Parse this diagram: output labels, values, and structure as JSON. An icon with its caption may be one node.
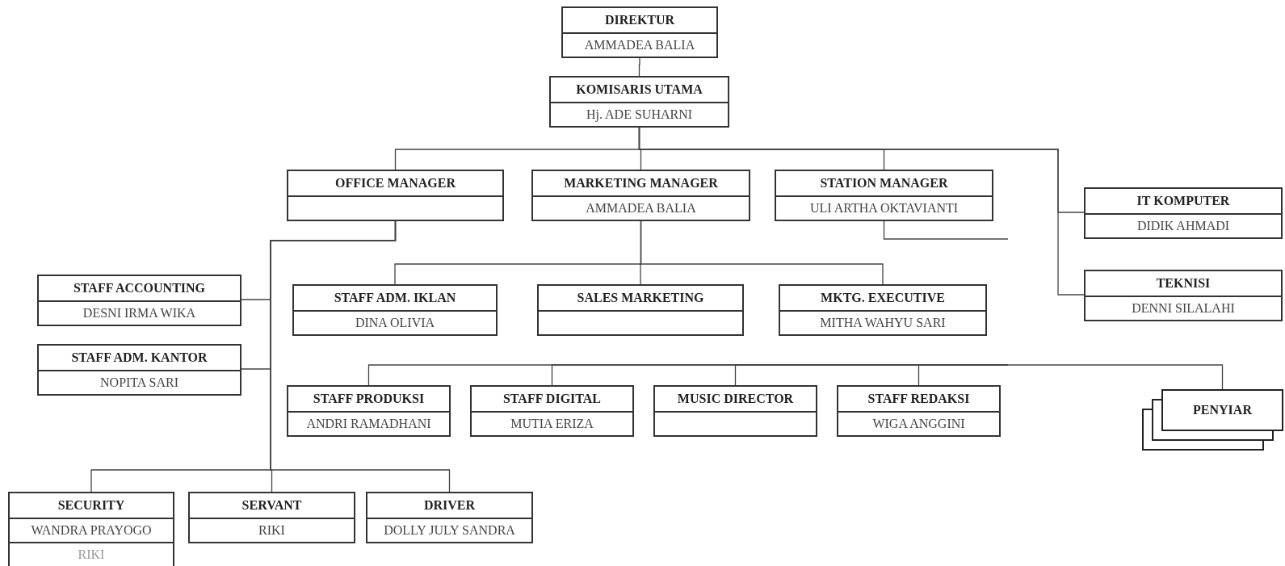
{
  "diagram": {
    "nodes": [
      {
        "text": [
          "DIREKTUR",
          "AMMADEA BALIA"
        ]
      },
      {
        "text": [
          "KOMISARIS UTAMA",
          "Hj. ADE SUHARNI"
        ]
      },
      {
        "text": [
          "OFFICE MANAGER"
        ]
      },
      {
        "text": [
          "MARKETING MANAGER",
          "AMMADEA BALIA"
        ]
      },
      {
        "text": [
          "STATION MANAGER",
          "ULI ARTHA OKTAVIANTI"
        ]
      },
      {
        "text": [
          "IT KOMPUTER",
          "DIDIK AHMADI"
        ]
      },
      {
        "text": [
          "TEKNISI",
          "DENNI SILALAHI"
        ]
      },
      {
        "text": [
          "STAFF ACCOUNTING",
          "DESNI IRMA WIKA"
        ]
      },
      {
        "text": [
          "STAFF ADM. KANTOR",
          "NOPITA SARI"
        ]
      },
      {
        "text": [
          "STAFF ADM. IKLAN",
          "DINA OLIVIA"
        ]
      },
      {
        "text": [
          "SALES MARKETING"
        ]
      },
      {
        "text": [
          "MKTG. EXECUTIVE",
          "MITHA WAHYU SARI"
        ]
      },
      {
        "text": [
          "STAFF PRODUKSI",
          "ANDRI RAMADHANI"
        ]
      },
      {
        "text": [
          "STAFF DIGITAL",
          "MUTIA ERIZA"
        ]
      },
      {
        "text": [
          "MUSIC DIRECTOR"
        ]
      },
      {
        "text": [
          "STAFF REDAKSI",
          "WIGA ANGGINI"
        ]
      },
      {
        "text": [
          "PENYIAR"
        ]
      },
      {
        "text": [
          "SECURITY",
          "WANDRA PRAYOGO",
          "RIKI"
        ]
      },
      {
        "text": [
          "SERVANT",
          "RIKI"
        ]
      },
      {
        "text": [
          "DRIVER",
          "DOLLY JULY SANDRA"
        ]
      }
    ],
    "edges": [
      {
        "from": 0,
        "to": 1,
        "arrow": "none"
      },
      {
        "from": 1,
        "to": 2,
        "arrow": "none"
      },
      {
        "from": 1,
        "to": 3,
        "arrow": "none"
      },
      {
        "from": 1,
        "to": 4,
        "arrow": "none"
      },
      {
        "from": 1,
        "to": 5,
        "arrow": "none"
      },
      {
        "from": 1,
        "to": 6,
        "arrow": "none"
      },
      {
        "from": 2,
        "to": 7,
        "arrow": "none"
      },
      {
        "from": 2,
        "to": 8,
        "arrow": "none"
      },
      {
        "from": 2,
        "to": 17,
        "arrow": "none"
      },
      {
        "from": 2,
        "to": 18,
        "arrow": "none"
      },
      {
        "from": 2,
        "to": 19,
        "arrow": "none"
      },
      {
        "from": 3,
        "to": 9,
        "arrow": "none"
      },
      {
        "from": 3,
        "to": 10,
        "arrow": "none"
      },
      {
        "from": 3,
        "to": 11,
        "arrow": "none"
      },
      {
        "from": 4,
        "to": null,
        "arrow": "none"
      },
      {
        "from": null,
        "to": 12,
        "arrow": "none"
      },
      {
        "from": null,
        "to": 13,
        "arrow": "none"
      },
      {
        "from": null,
        "to": 14,
        "arrow": "none"
      },
      {
        "from": null,
        "to": 15,
        "arrow": "none"
      },
      {
        "from": null,
        "to": 16,
        "arrow": "none"
      }
    ]
  }
}
